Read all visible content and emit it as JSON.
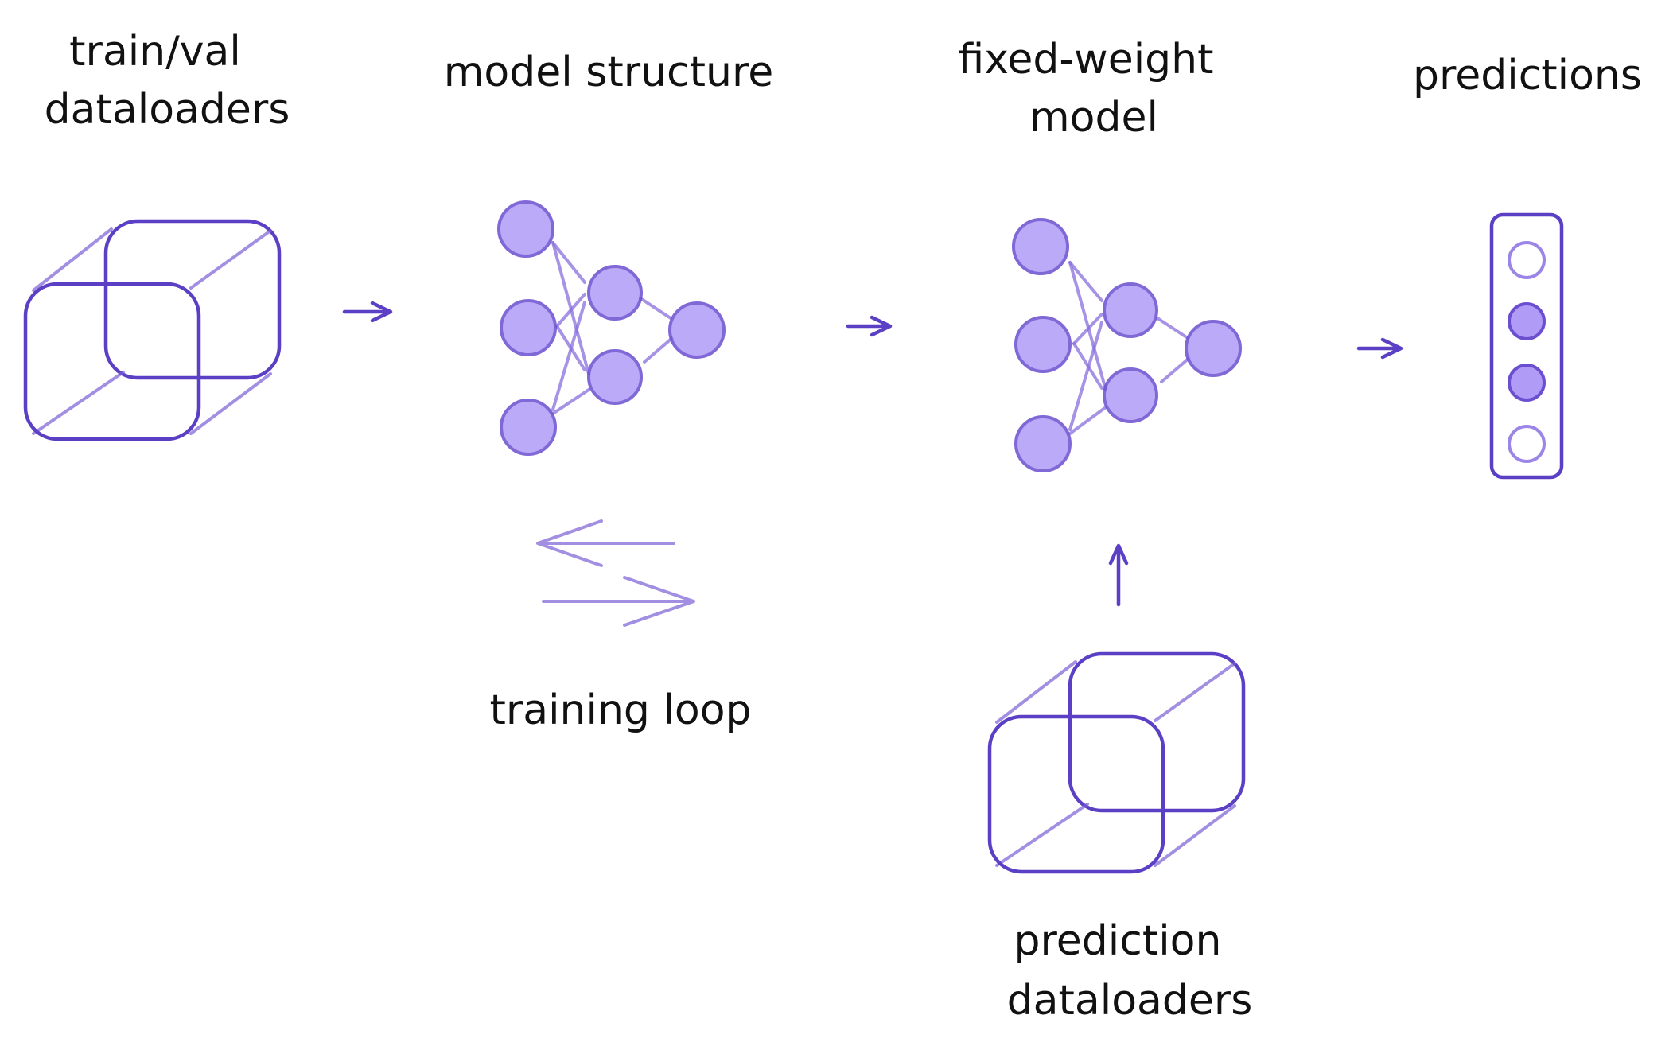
{
  "labels": {
    "train_val_line1": "train/val",
    "train_val_line2": "dataloaders",
    "model_structure": "model structure",
    "fixed_weight_line1": "fixed-weight",
    "fixed_weight_line2": "model",
    "predictions": "predictions",
    "training_loop": "training loop",
    "prediction_dl_line1": "prediction",
    "prediction_dl_line2": "dataloaders"
  },
  "prediction_slots": [
    "empty",
    "filled",
    "filled",
    "empty"
  ],
  "colors": {
    "accent": "#5b3fc4",
    "node_fill": "#b09cf7",
    "text": "#111111"
  }
}
